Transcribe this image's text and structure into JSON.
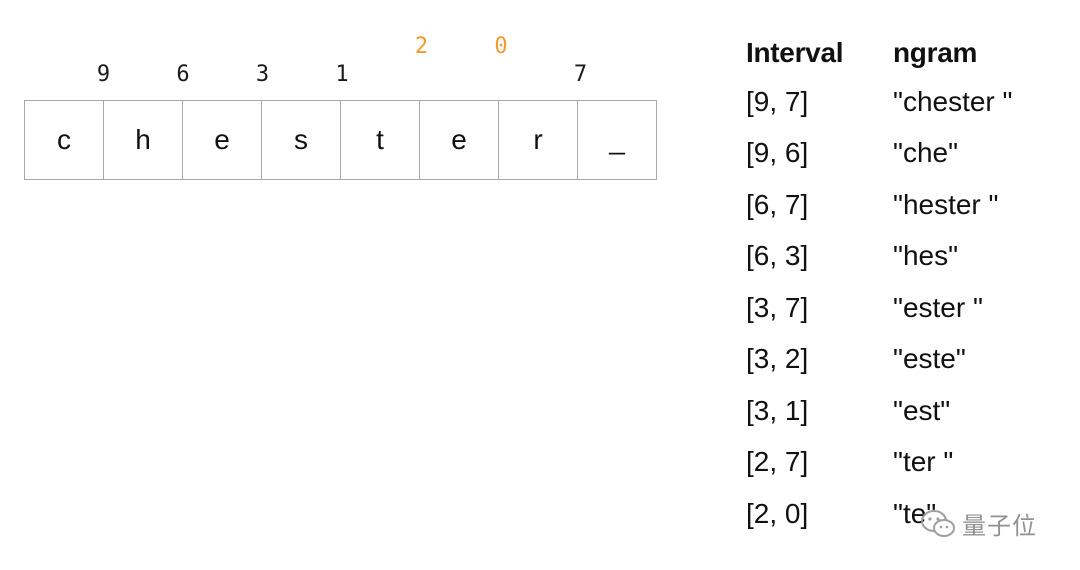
{
  "diagram": {
    "characters": [
      "c",
      "h",
      "e",
      "s",
      "t",
      "e",
      "r",
      "_"
    ],
    "boundary_labels": [
      {
        "text": "9",
        "boundary": 1,
        "highlight": false
      },
      {
        "text": "6",
        "boundary": 2,
        "highlight": false
      },
      {
        "text": "3",
        "boundary": 3,
        "highlight": false
      },
      {
        "text": "1",
        "boundary": 4,
        "highlight": false
      },
      {
        "text": "2",
        "boundary": 5,
        "highlight": true
      },
      {
        "text": "0",
        "boundary": 6,
        "highlight": true
      },
      {
        "text": "7",
        "boundary": 7,
        "highlight": false
      }
    ],
    "highlight_color": "#f39a2e"
  },
  "table": {
    "header_interval": "Interval",
    "header_ngram": "ngram",
    "rows": [
      {
        "interval": "[9, 7]",
        "ngram": "\"chester \""
      },
      {
        "interval": "[9, 6]",
        "ngram": "\"che\""
      },
      {
        "interval": "[6, 7]",
        "ngram": "\"hester \""
      },
      {
        "interval": "[6, 3]",
        "ngram": "\"hes\""
      },
      {
        "interval": "[3, 7]",
        "ngram": "\"ester \""
      },
      {
        "interval": "[3, 2]",
        "ngram": "\"este\""
      },
      {
        "interval": "[3, 1]",
        "ngram": "\"est\""
      },
      {
        "interval": "[2, 7]",
        "ngram": "\"ter \""
      },
      {
        "interval": "[2, 0]",
        "ngram": "\"te\""
      }
    ]
  },
  "watermark": {
    "text": "量子位",
    "icon": "wechat-icon"
  }
}
